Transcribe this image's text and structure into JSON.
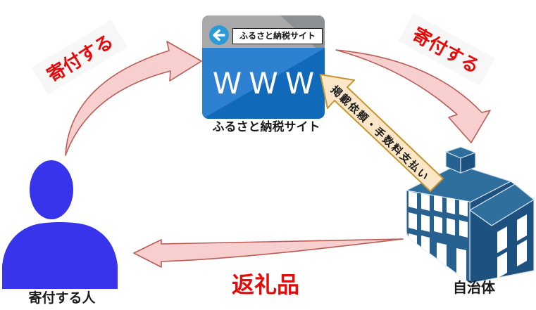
{
  "actors": {
    "donor_label": "寄付する人",
    "municipality_label": "自治体",
    "site_label": "ふるさと納税サイト"
  },
  "browser": {
    "address_text": "ふるさと納税サイト",
    "body_text": "WWW"
  },
  "arrows": {
    "donate_left_label": "寄付する",
    "donate_right_label": "寄付する",
    "listing_fee_label": "掲載依頼・手数料支払い",
    "return_gift_label": "返礼品"
  },
  "colors": {
    "arrow_pink_fill": "#f6cfce",
    "arrow_pink_stroke": "#bc5b55",
    "arrow_cream_fill": "#fbe6c8",
    "arrow_cream_stroke": "#c79430",
    "red_text": "#e60b0b",
    "person_blue": "#3734eb",
    "building_front_blue": "#27618f",
    "building_roof_blue": "#2e6f9e",
    "building_side_blue": "#1d5180",
    "browser_blue": "#1169ba"
  }
}
